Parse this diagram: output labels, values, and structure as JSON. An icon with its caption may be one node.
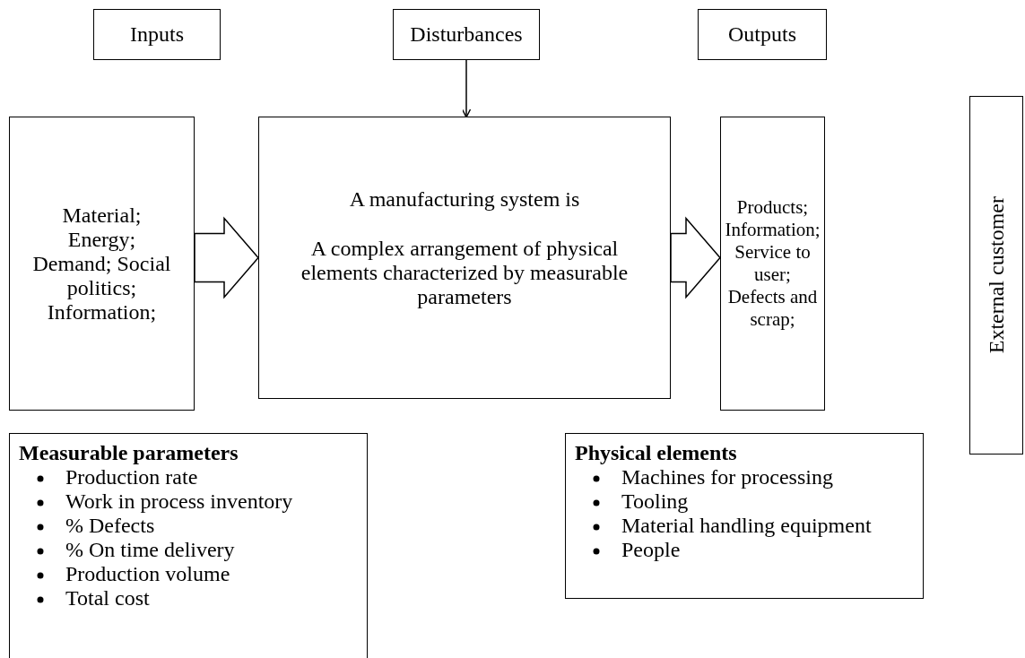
{
  "diagram": {
    "nodes": [
      {
        "text": [
          "Inputs"
        ]
      },
      {
        "text": [
          "Disturbances"
        ]
      },
      {
        "text": [
          "Outputs"
        ]
      },
      {
        "text": [
          "Material; Energy; Demand; Social politics; Information;"
        ]
      },
      {
        "text": [
          "A manufacturing system is",
          "A complex arrangement of physical elements characterized by measurable parameters"
        ]
      },
      {
        "text": [
          "Products; Information; Service to user; Defects and scrap;"
        ]
      },
      {
        "text": [
          "External customer"
        ]
      },
      {
        "text": [
          "Measurable parameters",
          "Production rate",
          "Work in process inventory",
          "% Defects",
          "% On time delivery",
          "Production volume",
          "Total cost"
        ]
      },
      {
        "text": [
          "Physical elements",
          "Machines for processing",
          "Tooling",
          "Material handling equipment",
          "People"
        ]
      }
    ],
    "edges": [
      {
        "from": 1,
        "to": 4,
        "arrow": "to"
      },
      {
        "from": 3,
        "to": 4,
        "arrow": "to",
        "style": "thick"
      },
      {
        "from": 4,
        "to": 5,
        "arrow": "to",
        "style": "thick"
      }
    ]
  }
}
